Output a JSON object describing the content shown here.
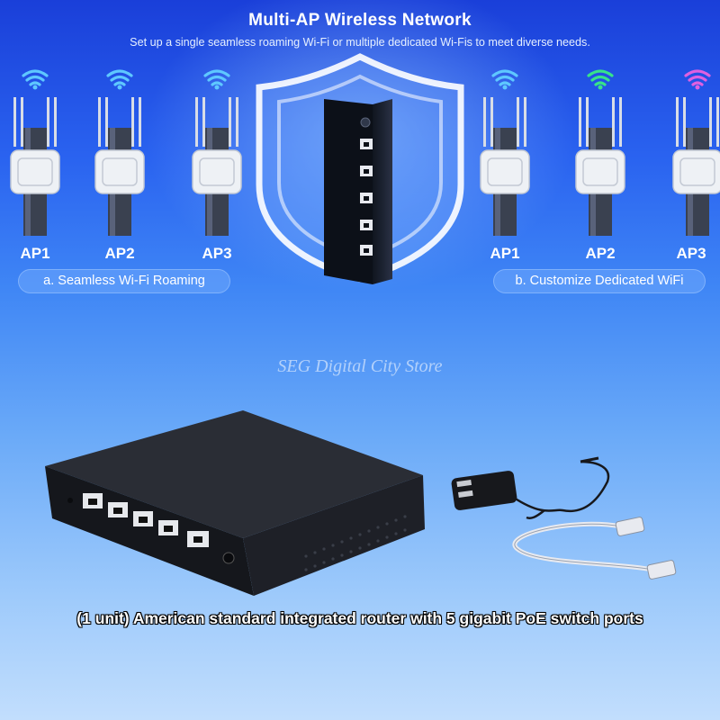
{
  "header": {
    "title": "Multi-AP Wireless Network",
    "subtitle": "Set up a single seamless roaming Wi-Fi or multiple dedicated Wi-Fis to meet diverse needs."
  },
  "left_group": {
    "pill_label": "a. Seamless Wi-Fi Roaming",
    "aps": [
      {
        "label": "AP1",
        "wifi_color": "#5ec8ff"
      },
      {
        "label": "AP2",
        "wifi_color": "#5ec8ff"
      },
      {
        "label": "AP3",
        "wifi_color": "#5ec8ff"
      }
    ]
  },
  "right_group": {
    "pill_label": "b. Customize Dedicated WiFi",
    "aps": [
      {
        "label": "AP1",
        "wifi_color": "#5ec8ff"
      },
      {
        "label": "AP2",
        "wifi_color": "#37e38a"
      },
      {
        "label": "AP3",
        "wifi_color": "#e060e0"
      }
    ]
  },
  "watermark": "SEG Digital City Store",
  "caption": "(1 unit) American standard integrated router with 5 gigabit PoE switch ports",
  "icons": [
    "wifi-icon",
    "shield-icon",
    "router-tower-image",
    "router-image",
    "power-adapter-image",
    "ethernet-cable-image"
  ],
  "colors": {
    "background_top": "#1a3fd9",
    "background_bottom": "#c2defd",
    "device_black": "#1c1e24"
  }
}
